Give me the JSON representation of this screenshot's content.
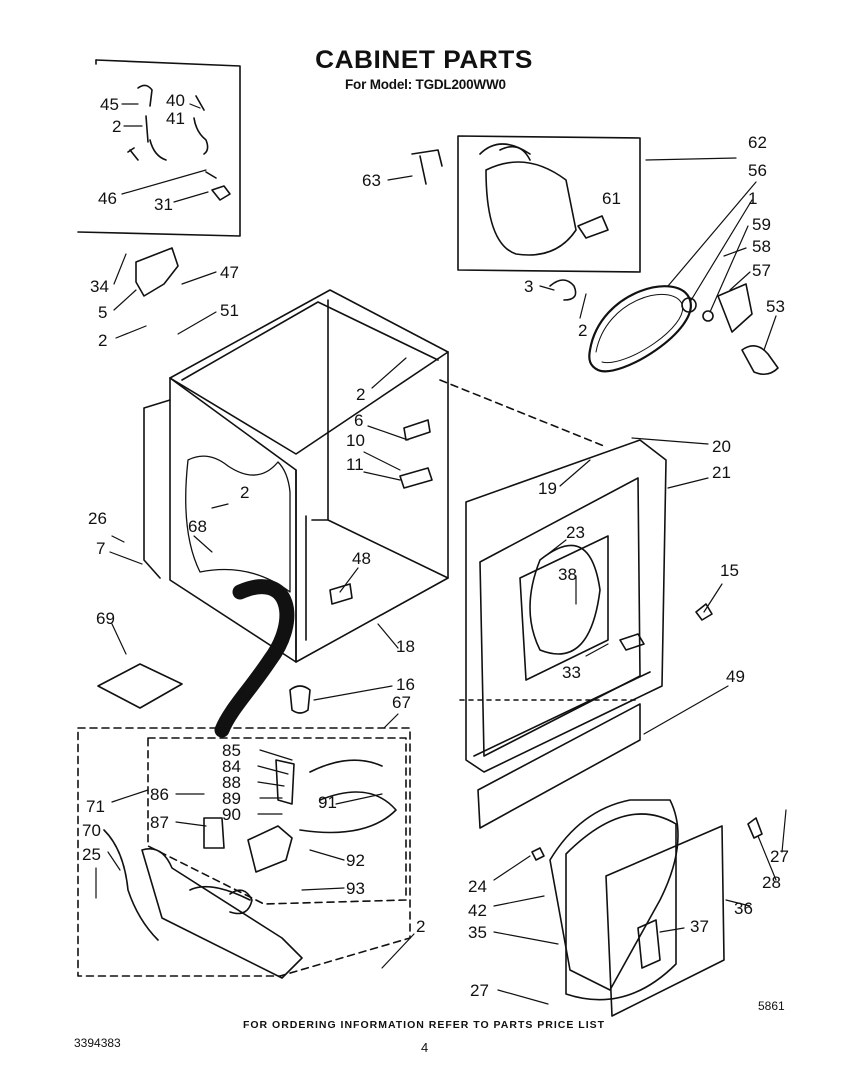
{
  "header": {
    "title": "CABINET PARTS",
    "model": "For Model: TGDL200WW0"
  },
  "footer": {
    "ordering_note": "FOR ORDERING INFORMATION REFER TO PARTS PRICE LIST",
    "document_number": "3394383",
    "page_number": "4",
    "diagram_number": "5861"
  },
  "callouts": [
    "45",
    "40",
    "41",
    "2",
    "46",
    "31",
    "34",
    "47",
    "5",
    "51",
    "2",
    "63",
    "62",
    "56",
    "1",
    "61",
    "59",
    "58",
    "57",
    "3",
    "2",
    "53",
    "2",
    "6",
    "10",
    "11",
    "20",
    "19",
    "21",
    "26",
    "2",
    "68",
    "7",
    "23",
    "38",
    "48",
    "15",
    "69",
    "33",
    "18",
    "16",
    "67",
    "49",
    "85",
    "84",
    "88",
    "89",
    "90",
    "86",
    "71",
    "91",
    "87",
    "70",
    "92",
    "25",
    "93",
    "24",
    "27",
    "28",
    "42",
    "36",
    "37",
    "2",
    "35",
    "27"
  ]
}
